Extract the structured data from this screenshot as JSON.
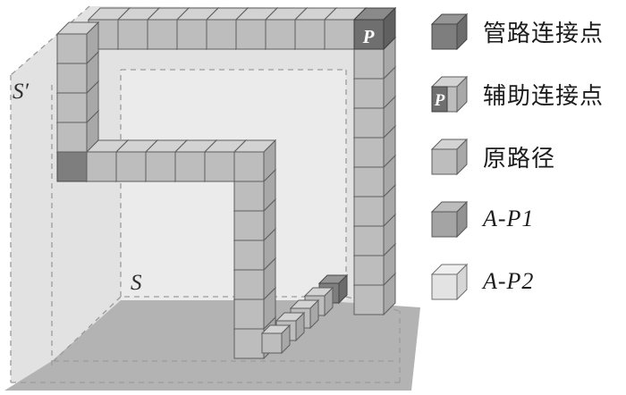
{
  "figure": {
    "labels": {
      "s_prime": "S′",
      "s": "S",
      "p": "P"
    }
  },
  "legend": {
    "aux_label": "P",
    "items": [
      {
        "id": "pipe-connection-point",
        "label": "管路连接点",
        "icon": "conn"
      },
      {
        "id": "auxiliary-connection-point",
        "label": "辅助连接点",
        "icon": "aux"
      },
      {
        "id": "original-path",
        "label": "原路径",
        "icon": "orig"
      },
      {
        "id": "a-p1",
        "label": "A-P1",
        "icon": "ap1"
      },
      {
        "id": "a-p2",
        "label": "A-P2",
        "icon": "ap2"
      }
    ]
  },
  "colors": {
    "background": "#ffffff",
    "plane": "#e2e2e2",
    "plane_inner": "#ebebeb",
    "floor": "#b3b3b3",
    "dash": "#9b9b9b",
    "label": "#2e2e2e"
  },
  "palette": {
    "orig": {
      "front": "#bdbdbd",
      "top": "#d3d3d3",
      "side": "#a8a8a8",
      "stroke": "#5e5e5e"
    },
    "conn": {
      "front": "#7e7e7e",
      "top": "#959595",
      "side": "#6c6c6c",
      "stroke": "#474747"
    },
    "aux": {
      "front": "#6f6f6f",
      "top": "#8a8a8a",
      "side": "#606060",
      "stroke": "#3f3f3f",
      "label_color": "#ffffff"
    },
    "ap1": {
      "front": "#a4a4a4",
      "top": "#bcbcbc",
      "side": "#929292",
      "stroke": "#575757"
    },
    "ap2": {
      "front": "#e3e3e3",
      "top": "#efefef",
      "side": "#d6d6d6",
      "stroke": "#6f6f6f"
    }
  },
  "scene": {
    "groups": [
      {
        "name": "right-column",
        "type": "orig",
        "size": 33,
        "cubes": [
          [
            396,
            319
          ],
          [
            396,
            286
          ],
          [
            396,
            253
          ],
          [
            396,
            220
          ],
          [
            396,
            187
          ],
          [
            396,
            154
          ],
          [
            396,
            121
          ],
          [
            396,
            88
          ],
          [
            396,
            55
          ]
        ]
      },
      {
        "name": "top-row",
        "type": "orig",
        "size": 33,
        "cubes": [
          [
            99,
            22
          ],
          [
            132,
            22
          ],
          [
            165,
            22
          ],
          [
            198,
            22
          ],
          [
            231,
            22
          ],
          [
            264,
            22
          ],
          [
            297,
            22
          ],
          [
            330,
            22
          ],
          [
            363,
            22
          ]
        ]
      },
      {
        "name": "aux-p-cube",
        "type": "aux",
        "size": 33,
        "cubes": [
          [
            396,
            22
          ]
        ]
      },
      {
        "name": "middle-column",
        "type": "orig",
        "size": 33,
        "cubes": [
          [
            262,
            368
          ],
          [
            262,
            335
          ],
          [
            262,
            302
          ],
          [
            262,
            269
          ],
          [
            262,
            236
          ],
          [
            262,
            203
          ]
        ]
      },
      {
        "name": "left-dark-connection",
        "type": "conn",
        "size": 33,
        "cubes": [
          [
            64,
            170
          ]
        ]
      },
      {
        "name": "left-column",
        "type": "orig",
        "size": 33,
        "cubes": [
          [
            64,
            137
          ],
          [
            64,
            104
          ],
          [
            64,
            71
          ],
          [
            64,
            38
          ]
        ]
      },
      {
        "name": "middle-row",
        "type": "orig",
        "size": 33,
        "cubes": [
          [
            97,
            170
          ],
          [
            130,
            170
          ],
          [
            163,
            170
          ],
          [
            196,
            170
          ],
          [
            229,
            170
          ],
          [
            262,
            170
          ]
        ]
      },
      {
        "name": "stairs-dark-connection",
        "type": "conn",
        "size": 22,
        "cubes": [
          [
            357,
            317
          ]
        ]
      },
      {
        "name": "stairs",
        "type": "orig",
        "size": 22,
        "cubes": [
          [
            341,
            331
          ],
          [
            325,
            345
          ],
          [
            309,
            359
          ],
          [
            293,
            373
          ]
        ]
      }
    ]
  }
}
